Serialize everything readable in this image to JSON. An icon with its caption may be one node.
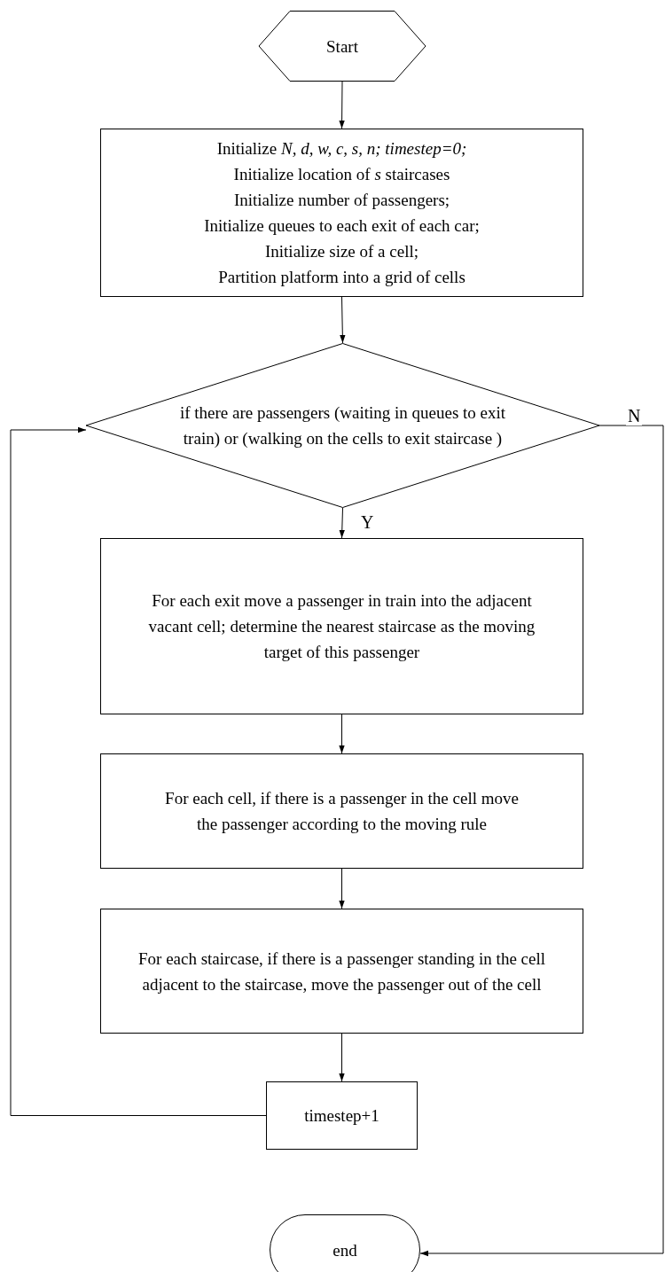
{
  "diagram": {
    "nodes": [
      {
        "text": [
          "Start"
        ]
      },
      {
        "text": [
          "Initialize  *N, d, w, c, s, n;  timestep=0;*",
          "Initialize location of *s* staircases",
          "Initialize number of passengers;",
          "Initialize  queues to each exit of each car;",
          "Initialize size of a cell;",
          "Partition platform into a grid of cells"
        ]
      },
      {
        "text": [
          "if there are passengers (waiting in queues to exit train) or (walking on the cells to exit staircase )"
        ]
      },
      {
        "text": [
          "For each exit move a passenger in train into the adjacent vacant cell; determine the nearest staircase as the moving target of this passenger"
        ]
      },
      {
        "text": [
          "For each cell,  if there is a passenger in the cell move the passenger according to the moving rule"
        ]
      },
      {
        "text": [
          "For each staircase,  if there is a passenger standing in the cell adjacent to the staircase, move the passenger out of the cell"
        ]
      },
      {
        "text": [
          "timestep+1"
        ]
      },
      {
        "text": [
          "end"
        ]
      }
    ],
    "edges": [
      {
        "from": 0,
        "to": 1,
        "arrow": "to"
      },
      {
        "from": 1,
        "to": 2,
        "arrow": "to"
      },
      {
        "from": 2,
        "to": 3,
        "arrow": "to",
        "label": "Y"
      },
      {
        "from": 3,
        "to": 4,
        "arrow": "to"
      },
      {
        "from": 4,
        "to": 5,
        "arrow": "to"
      },
      {
        "from": 5,
        "to": 6,
        "arrow": "to"
      },
      {
        "from": 6,
        "to": 2,
        "arrow": "to"
      },
      {
        "from": 2,
        "to": 7,
        "arrow": "to",
        "label": "N"
      }
    ]
  }
}
